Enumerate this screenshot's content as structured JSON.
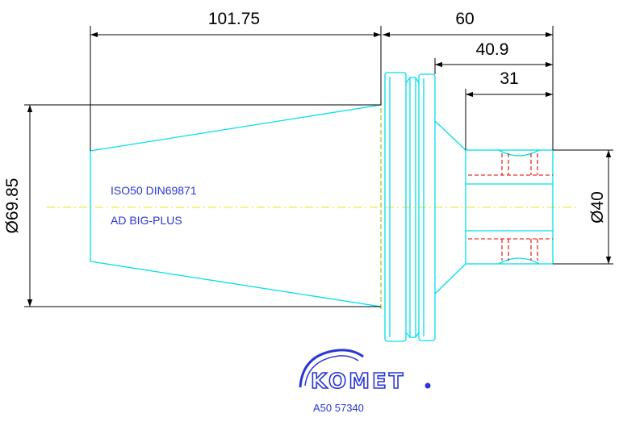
{
  "dimensions": {
    "length_taper": "101.75",
    "length_overall": "60",
    "length_mid": "40.9",
    "length_shank": "31",
    "diameter_taper": "Ø69.85",
    "diameter_shank": "Ø40"
  },
  "notes": {
    "standard": "ISO50 DIN69871",
    "variant": "AD  BIG-PLUS"
  },
  "brand": {
    "logo_text": "KOMET",
    "part_number": "A50 57340"
  },
  "colors": {
    "outline": "#00e0e8",
    "dimension": "#000000",
    "centerline": "#e8e800",
    "hidden_lines": "#e00000",
    "notes": "#2a36d6"
  }
}
